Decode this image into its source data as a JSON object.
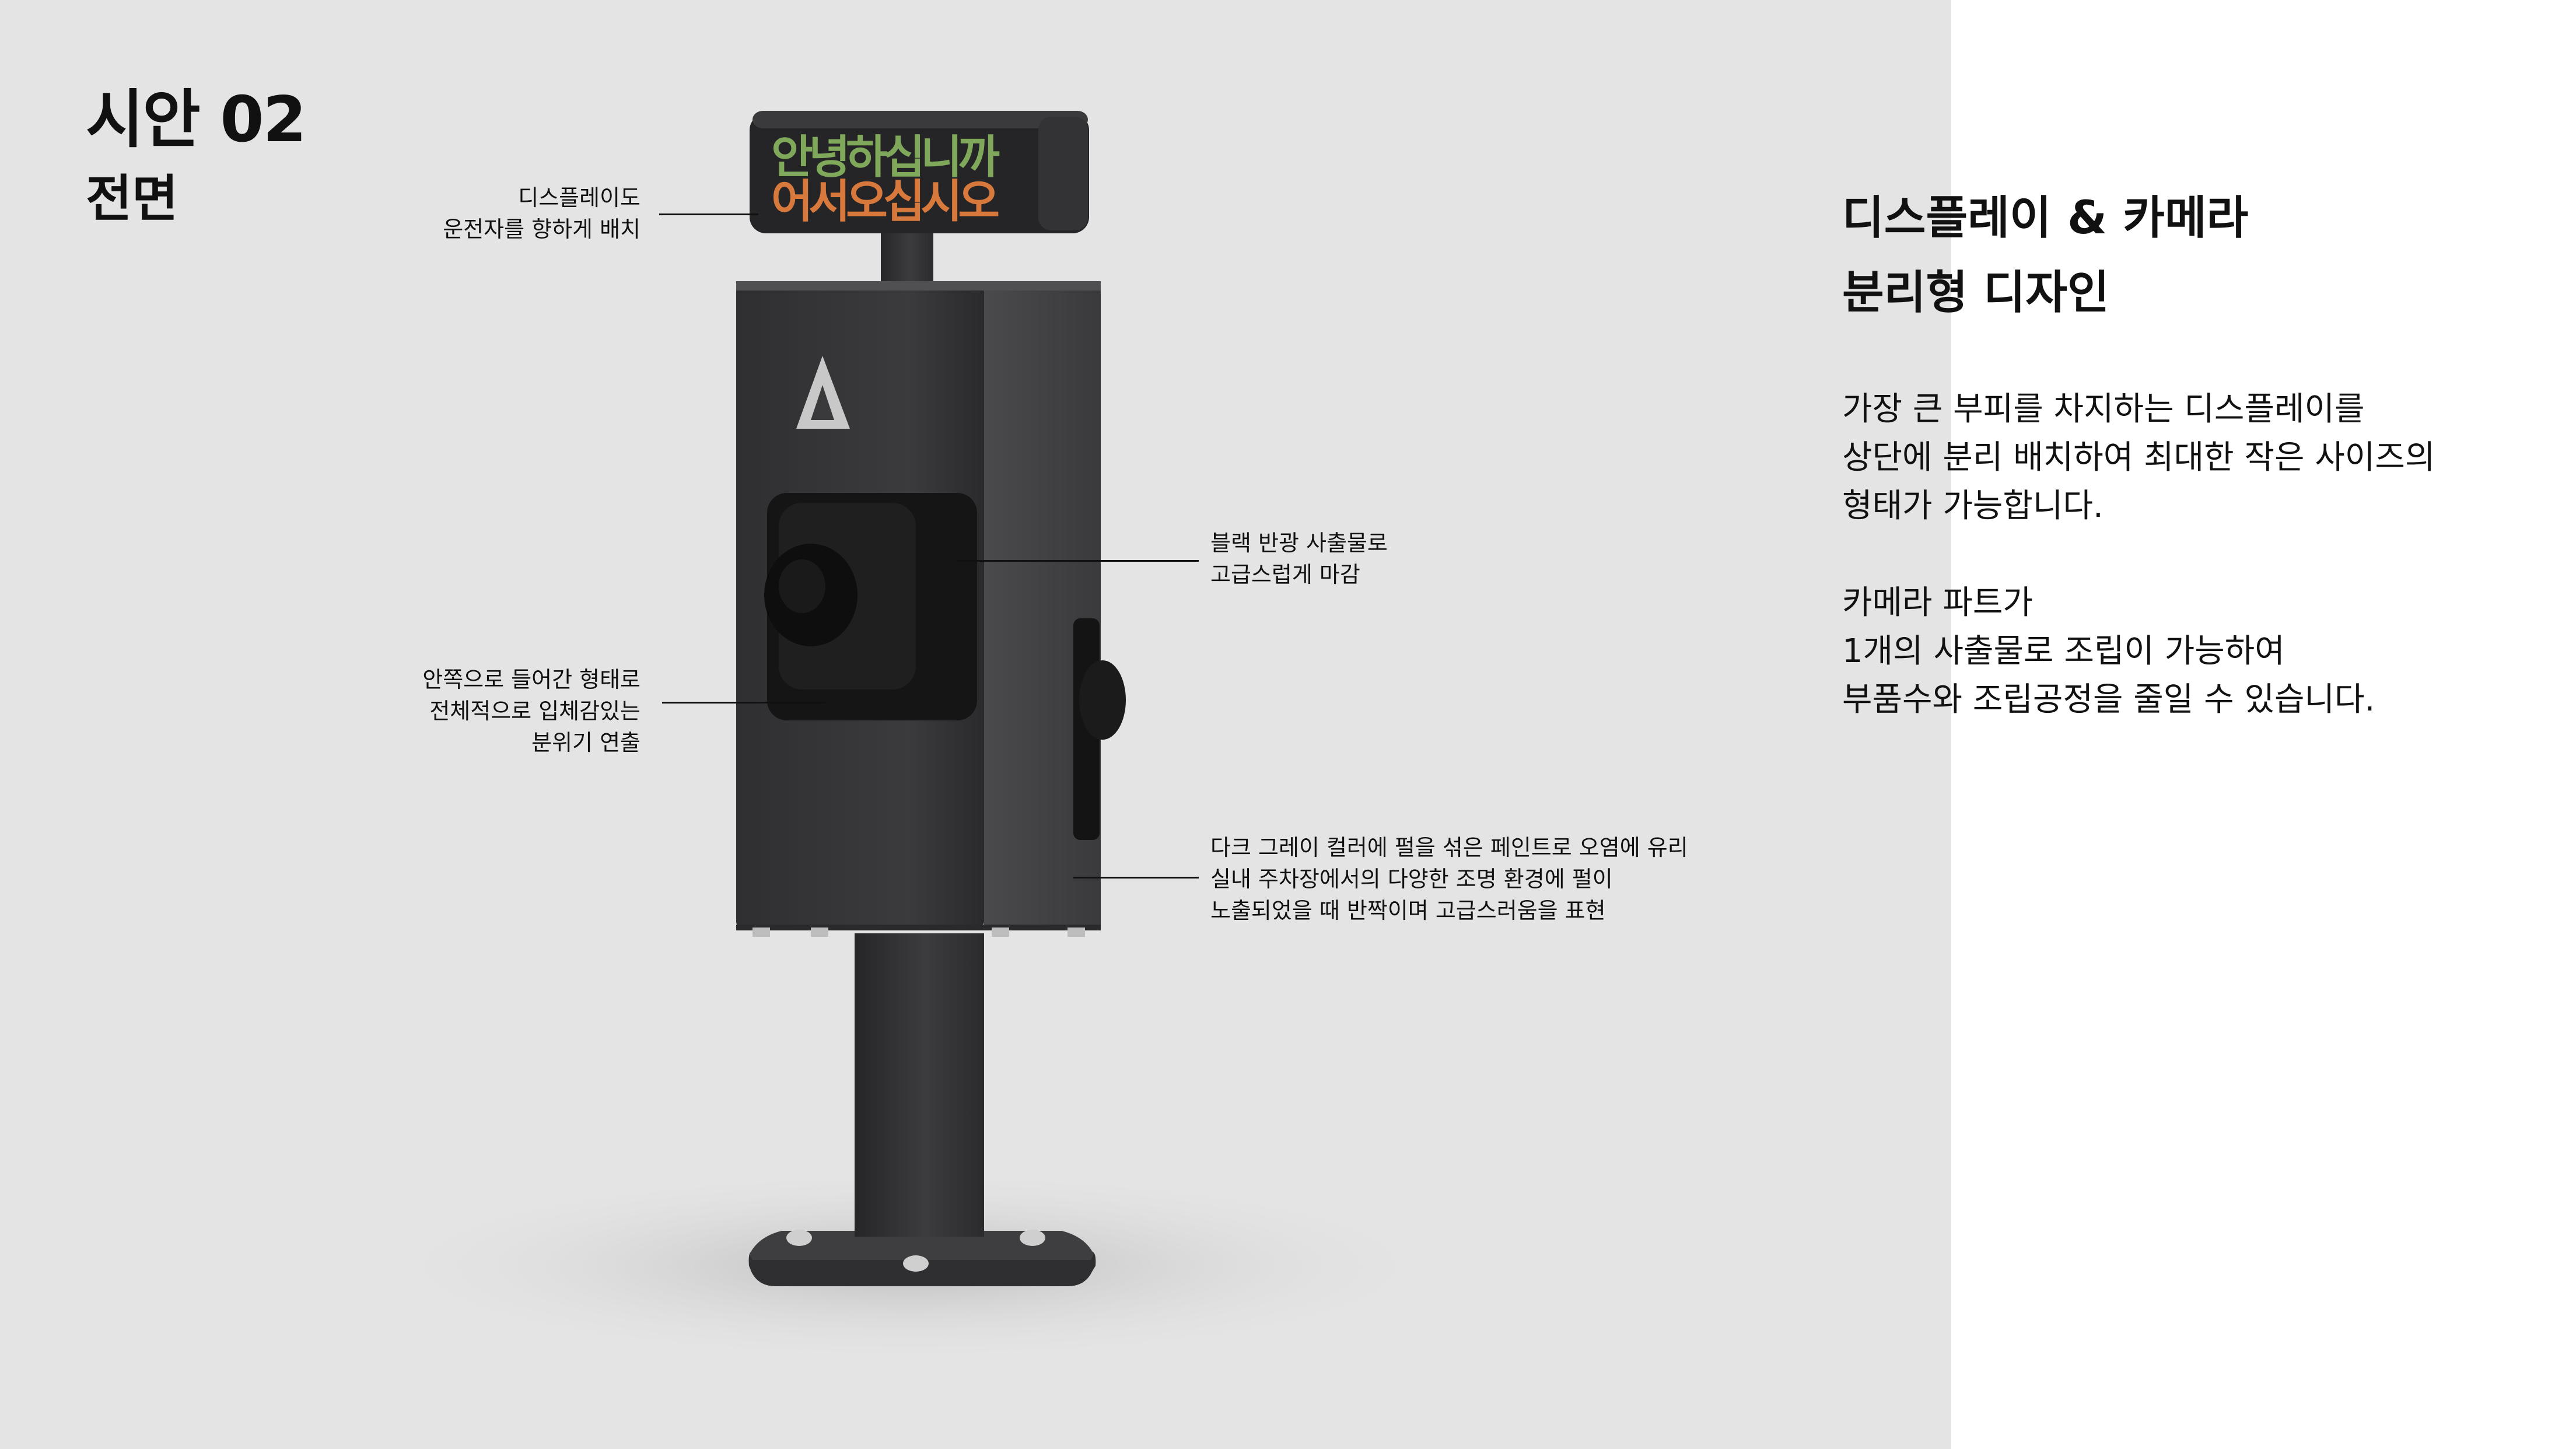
{
  "header": {
    "title": "시안 02",
    "subtitle": "전면"
  },
  "product": {
    "display_line1": "안녕하십니까",
    "display_line2": "어서오십시오"
  },
  "callouts": {
    "display": {
      "line1": "디스플레이도",
      "line2": "운전자를 향하게 배치"
    },
    "recess": {
      "line1": "안쪽으로 들어간 형태로",
      "line2": "전체적으로 입체감있는",
      "line3": "분위기 연출"
    },
    "black": {
      "line1": "블랙 반광 사출물로",
      "line2": "고급스럽게 마감"
    },
    "paint": {
      "line1": "다크 그레이 컬러에 펄을 섞은 페인트로 오염에 유리",
      "line2": "실내 주차장에서의 다양한 조명 환경에 펄이",
      "line3": "노출되었을 때 반짝이며 고급스러움을 표현"
    }
  },
  "description": {
    "heading_line1": "디스플레이 & 카메라",
    "heading_line2": "분리형 디자인",
    "p1_line1": "가장 큰 부피를 차지하는 디스플레이를",
    "p1_line2": "상단에 분리 배치하여 최대한 작은 사이즈의",
    "p1_line3": "형태가 가능합니다.",
    "p2_line1": "카메라 파트가",
    "p2_line2": "1개의 사출물로 조립이 가능하여",
    "p2_line3": "부품수와 조립공정을 줄일 수 있습니다."
  },
  "colors": {
    "background_left": "#e4e4e4",
    "background_right": "#ffffff",
    "body_dark": "#3a3a3c",
    "led_green": "#7fa85b",
    "led_orange": "#d7793c"
  }
}
